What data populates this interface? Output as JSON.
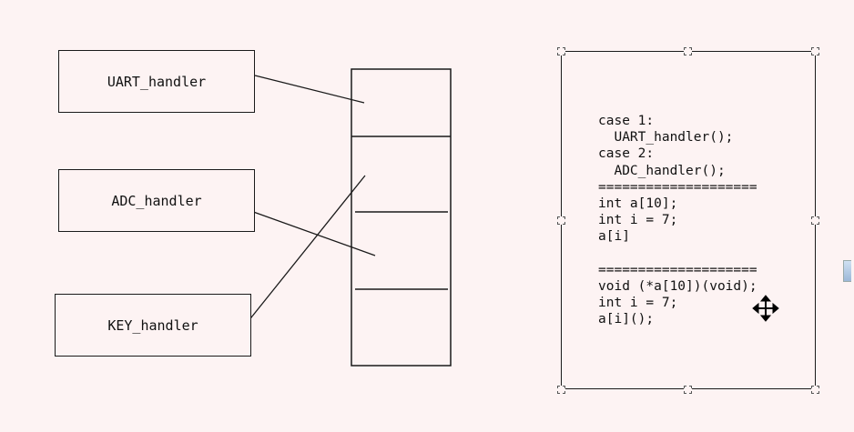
{
  "diagram": {
    "handlers": [
      {
        "id": "uart",
        "label": "UART_handler"
      },
      {
        "id": "adc",
        "label": "ADC_handler"
      },
      {
        "id": "key",
        "label": "KEY_handler"
      }
    ]
  },
  "textbox": {
    "lines": [
      "case 1:",
      "  UART_handler();",
      "case 2:",
      "  ADC_handler();",
      "====================",
      "int a[10];",
      "int i = 7;",
      "a[i]",
      "",
      "====================",
      "void (*a[10])(void);",
      "int i = 7;",
      "a[i]();"
    ]
  },
  "icons": {
    "move": "move-arrows-icon",
    "handle": "selection-handle-icon"
  },
  "colors": {
    "background": "#fdf3f3",
    "stroke": "#1a1a1a"
  }
}
